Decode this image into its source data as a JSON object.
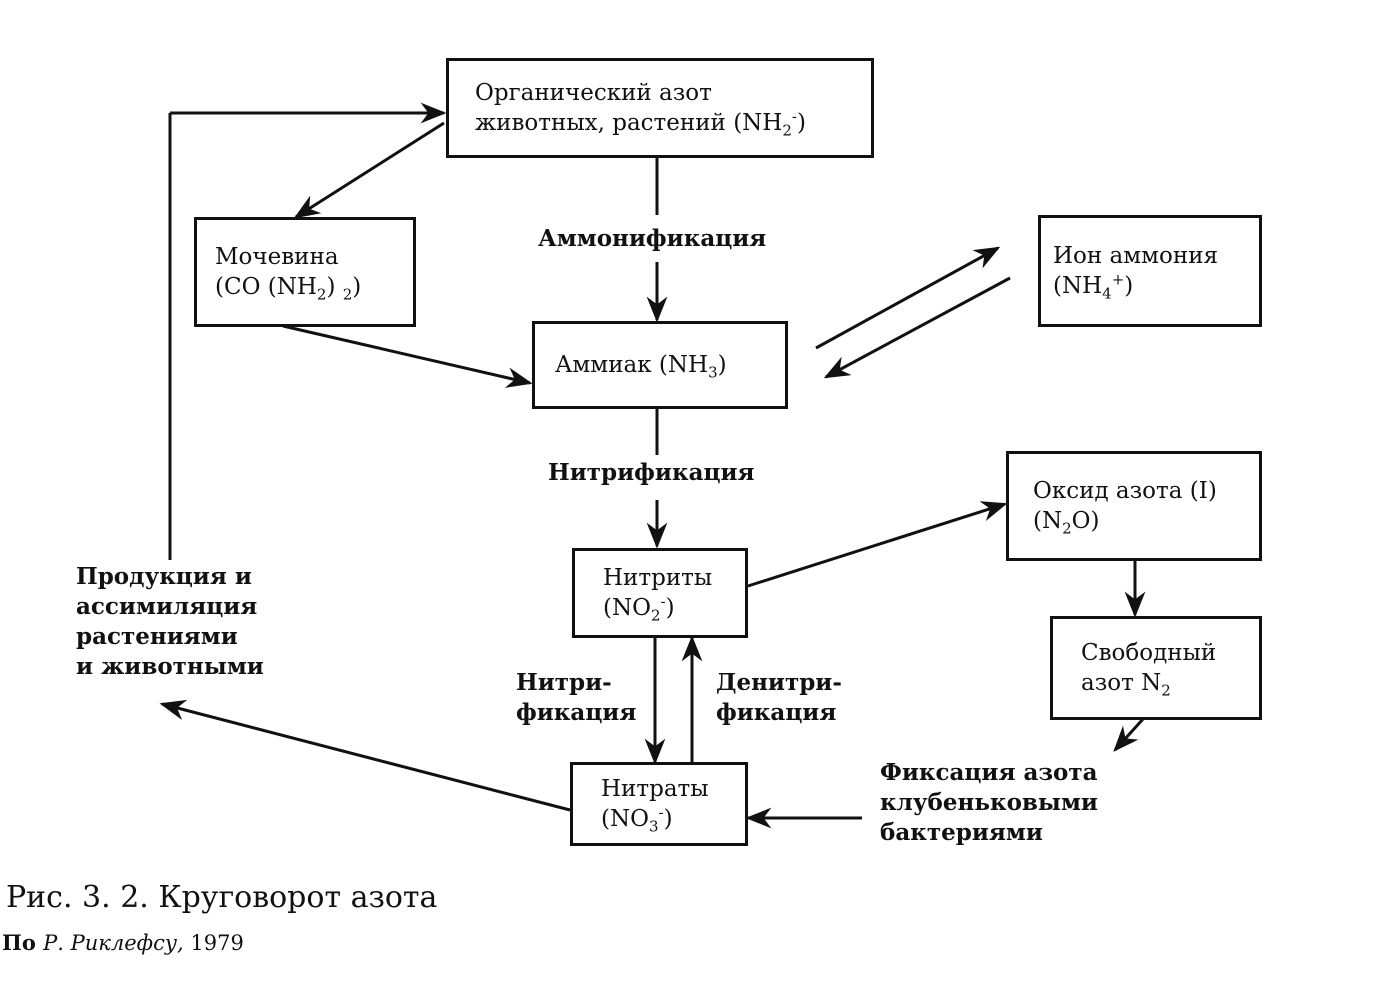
{
  "nodes": {
    "organic": {
      "line1": "Органический азот",
      "line2_pre": "животных, растений  (NH",
      "line2_sub": "2",
      "line2_sup": "-",
      "line2_post": ")"
    },
    "urea": {
      "line1": "Мочевина",
      "line2_pre": "(CO (NH",
      "line2_sub1": "2",
      "line2_mid": ") ",
      "line2_sub2": "2",
      "line2_post": ")"
    },
    "ammonia": {
      "pre": "Аммиак  (NH",
      "sub": "3",
      "post": ")"
    },
    "ammonium": {
      "line1": "Ион аммония",
      "line2_pre": "(NH",
      "line2_sub": "4",
      "line2_sup": "+",
      "line2_post": ")"
    },
    "nitrites": {
      "line1": "Нитриты",
      "line2_pre": "(NO",
      "line2_sub": "2",
      "line2_sup": "-",
      "line2_post": ")"
    },
    "nitrates": {
      "line1": "Нитраты",
      "line2_pre": "(NO",
      "line2_sub": "3",
      "line2_sup": "-",
      "line2_post": ")"
    },
    "nitrous_oxide": {
      "line1": "Оксид азота (I)",
      "line2_pre": "(N",
      "line2_sub": "2",
      "line2_post": "O)"
    },
    "free_nitrogen": {
      "line1": "Свободный",
      "line2_pre": "азот  N",
      "line2_sub": "2"
    }
  },
  "labels": {
    "ammonification": "Аммонификация",
    "nitrification": "Нитрификация",
    "nitrification_split": [
      "Нитри-",
      "фикация"
    ],
    "denitrification_split": [
      "Денитри-",
      "фикация"
    ],
    "production": [
      "Продукция и",
      "ассимиляция",
      "растениями",
      "и животными"
    ],
    "fixation": [
      "Фиксация азота",
      "клубеньковыми",
      "бактериями"
    ]
  },
  "caption": {
    "title": "Рис.  3. 2. Круговорот  азота",
    "source_prefix": "По ",
    "source_author": "Р.  Риклефсу,",
    "source_year": " 1979"
  }
}
